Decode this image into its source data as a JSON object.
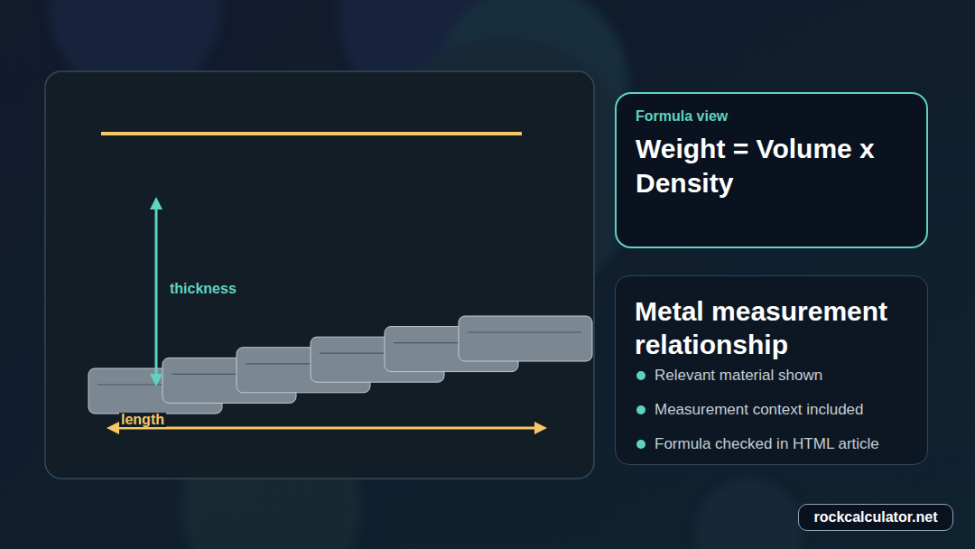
{
  "diagram": {
    "nodes": [
      {
        "text": [
          "Formula view",
          "Weight = Volume x Density"
        ]
      },
      {
        "text": [
          "Metal measurement relationship",
          "Relevant material shown",
          "Measurement context included",
          "Formula checked in HTML article"
        ]
      },
      {
        "text": [
          "rockcalculator.net"
        ]
      }
    ],
    "labels": [
      "thickness",
      "length"
    ]
  }
}
